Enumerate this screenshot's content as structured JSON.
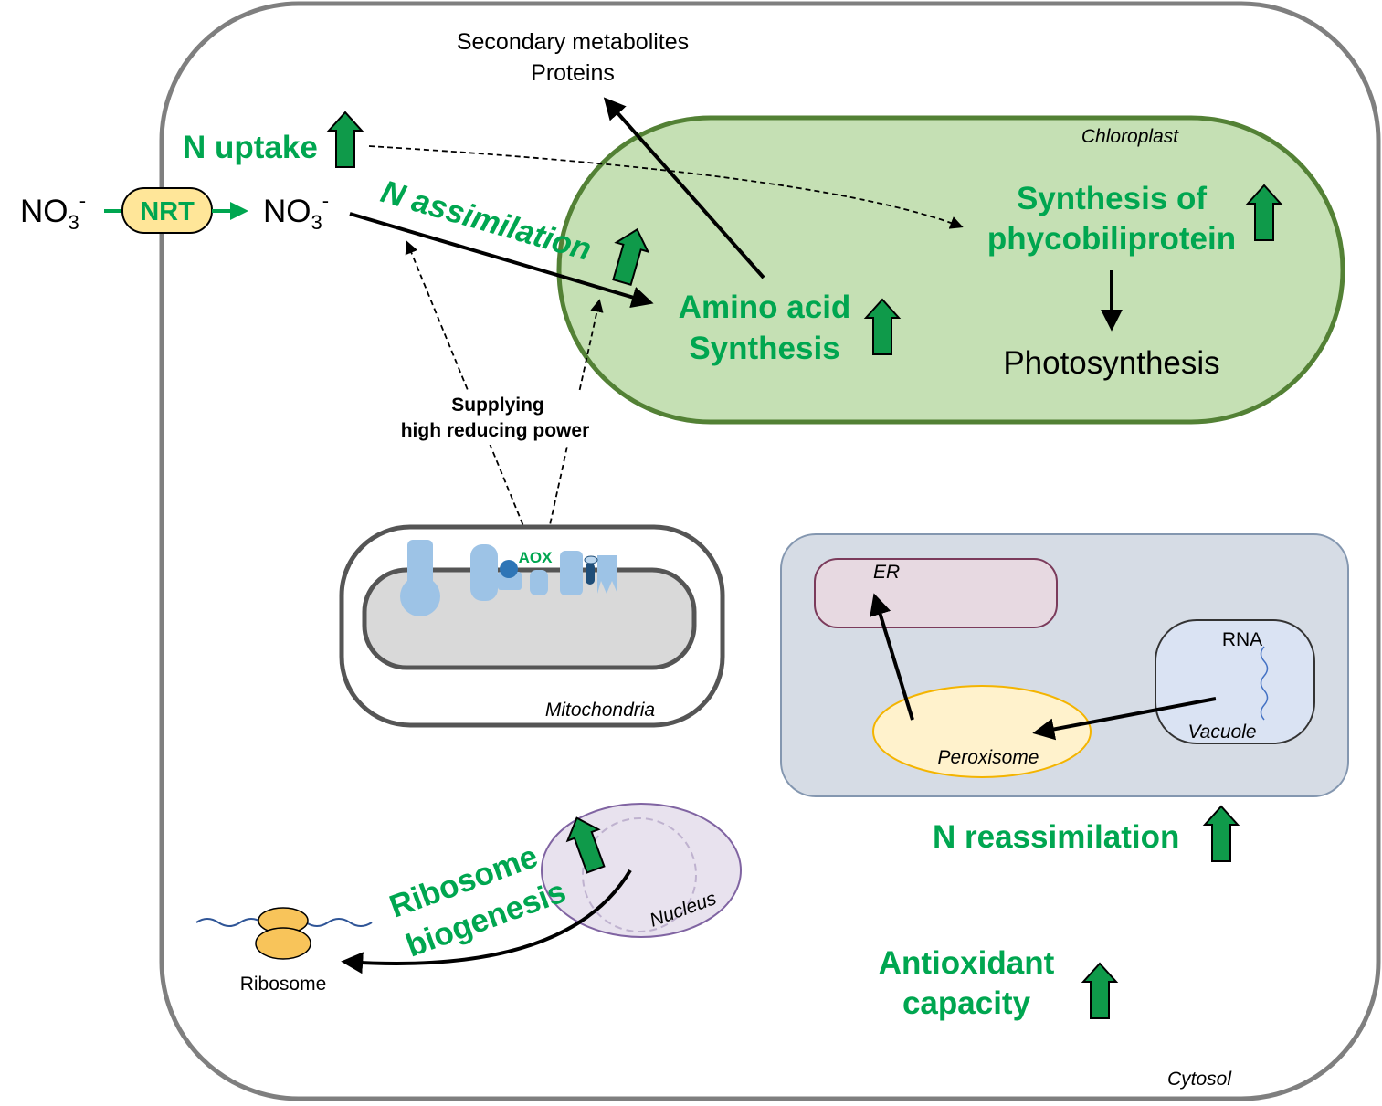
{
  "colors": {
    "highlight_green": "#00a650",
    "arrow_green": "#0f9a4a",
    "chloroplast_fill": "#c5e0b4",
    "chloroplast_stroke": "#538135",
    "cell_stroke": "#7f7f7f",
    "mito_inner_fill": "#d9d9d9",
    "complex_blue": "#9dc3e6",
    "er_group_fill": "#d6dce5",
    "er_fill": "#e7d9e1",
    "peroxisome_fill": "#fff2cc",
    "peroxisome_stroke": "#f4b400",
    "vacuole_fill": "#dae3f3",
    "nucleus_fill": "#e8e2ee",
    "nrt_fill": "#ffe699",
    "ribosome_fill": "#f8c45a"
  },
  "labels": {
    "secondary_metabolites": "Secondary metabolites",
    "proteins": "Proteins",
    "chloroplast": "Chloroplast",
    "n_uptake": "N uptake",
    "no3_left": "NO",
    "no3_right": "NO",
    "no3_subscript": "3",
    "no3_superscript": "-",
    "nrt": "NRT",
    "n_assimilation": "N assimilation",
    "synthesis_of": "Synthesis of",
    "phycobiliprotein": "phycobiliprotein",
    "amino_acid": "Amino acid",
    "synthesis": "Synthesis",
    "photosynthesis": "Photosynthesis",
    "supplying": "Supplying",
    "high_reducing_power": "high reducing power",
    "aox": "AOX",
    "mitochondria": "Mitochondria",
    "er": "ER",
    "rna": "RNA",
    "vacuole": "Vacuole",
    "peroxisome": "Peroxisome",
    "n_reassimilation": "N reassimilation",
    "ribosome_biogenesis_1": "Ribosome",
    "ribosome_biogenesis_2": "biogenesis",
    "nucleus": "Nucleus",
    "ribosome": "Ribosome",
    "antioxidant": "Antioxidant",
    "capacity": "capacity",
    "cytosol": "Cytosol"
  },
  "icons": {
    "up_arrow": "green-up-arrow-icon"
  }
}
